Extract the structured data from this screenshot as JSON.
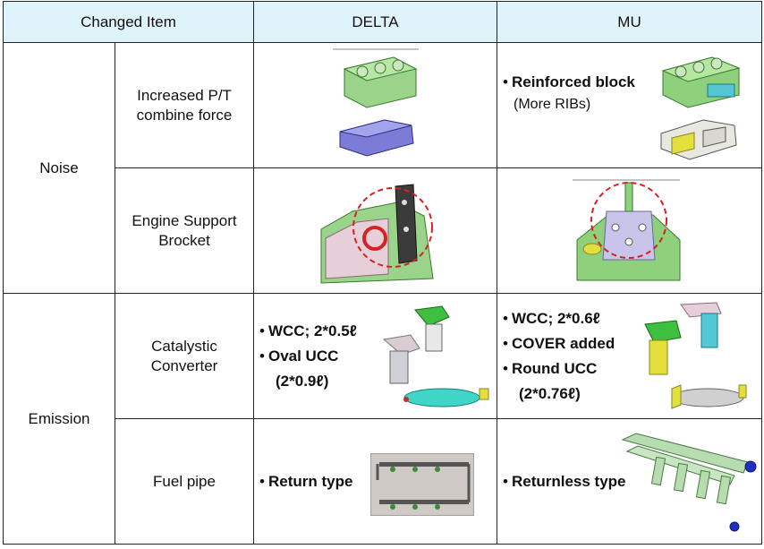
{
  "header": {
    "changed_item": "Changed Item",
    "delta": "DELTA",
    "mu": "MU"
  },
  "categories": {
    "noise": "Noise",
    "emission": "Emission"
  },
  "rows": {
    "pt_force": {
      "item": "Increased P/T combine force",
      "mu_bullet": "Reinforced block",
      "mu_note": "(More RIBs)"
    },
    "engine_support": {
      "item": "Engine Support Brocket"
    },
    "catalytic": {
      "item": "Catalystic Converter",
      "delta_bullets": [
        "WCC; 2*0.5ℓ",
        "Oval UCC"
      ],
      "delta_note": "(2*0.9ℓ)",
      "mu_bullets": [
        "WCC; 2*0.6ℓ",
        "COVER added",
        "Round UCC"
      ],
      "mu_note": "(2*0.76ℓ)"
    },
    "fuel_pipe": {
      "item": "Fuel pipe",
      "delta_bullet": "Return type",
      "mu_bullet": "Returnless type"
    }
  },
  "bullet_char": "•",
  "colors": {
    "header_bg": "#dff3fb",
    "block_green": "#7cc46a",
    "pan_blue": "#6f6fc8",
    "highlight_red": "#d62222"
  }
}
